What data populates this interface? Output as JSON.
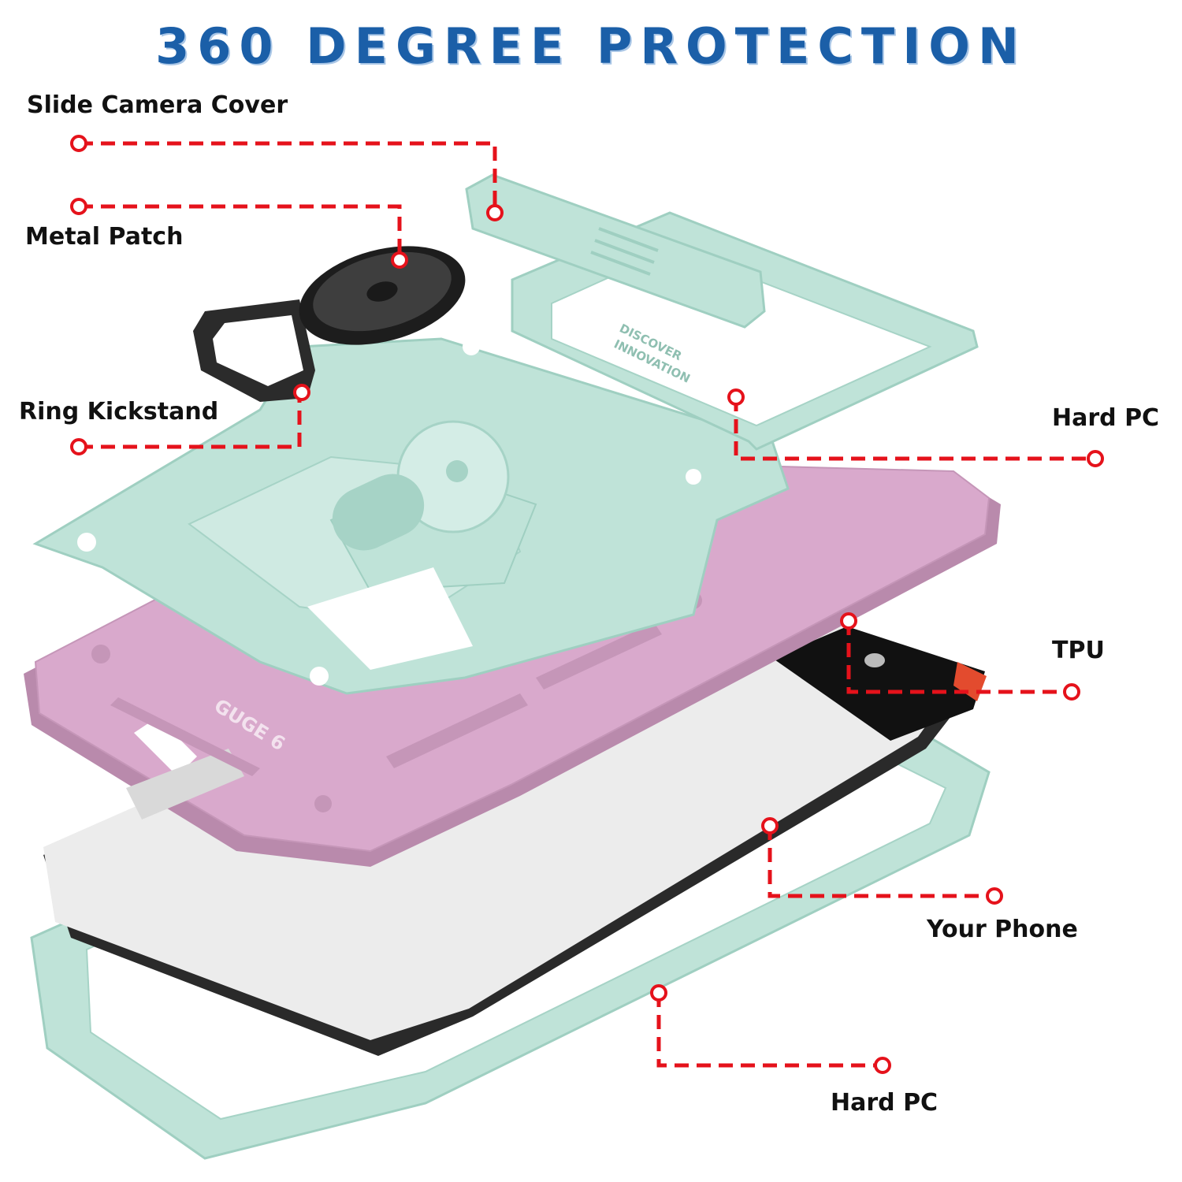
{
  "headline": "360 DEGREE PROTECTION",
  "labels": {
    "slide_camera_cover": "Slide Camera Cover",
    "metal_patch": "Metal Patch",
    "ring_kickstand": "Ring Kickstand",
    "hard_pc_top": "Hard PC",
    "tpu": "TPU",
    "your_phone": "Your Phone",
    "hard_pc_bottom": "Hard PC"
  },
  "engravings": {
    "tpu_text": "GUGE 6",
    "camera_text_1": "DISCOVER",
    "camera_text_2": "INNOVATION"
  },
  "colors": {
    "mint": "#bfe3d8",
    "mint_dark": "#9fcfc1",
    "pink": "#d9a9cc",
    "pink_dark": "#b98aac",
    "leader": "#e5121b",
    "headline": "#1b5fa8"
  }
}
